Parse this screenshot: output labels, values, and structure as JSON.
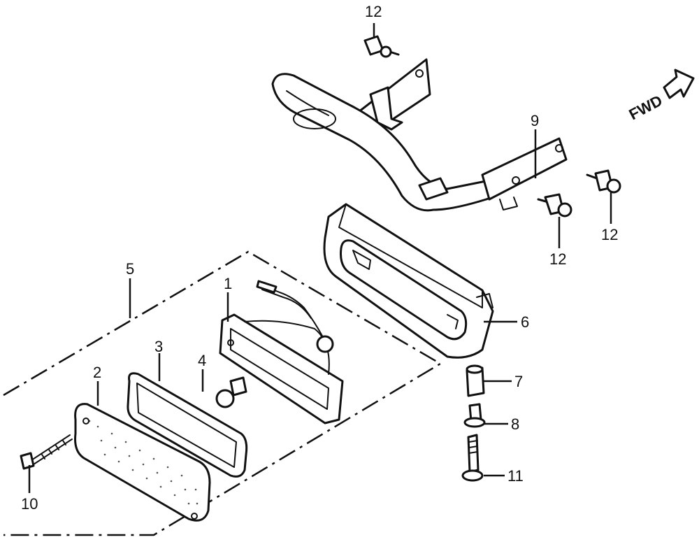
{
  "direction_label": "FWD",
  "callouts": {
    "c1": "1",
    "c2": "2",
    "c3": "3",
    "c4": "4",
    "c5": "5",
    "c6": "6",
    "c7": "7",
    "c8": "8",
    "c9": "9",
    "c10": "10",
    "c11": "11",
    "c12a": "12",
    "c12b": "12",
    "c12c": "12"
  }
}
